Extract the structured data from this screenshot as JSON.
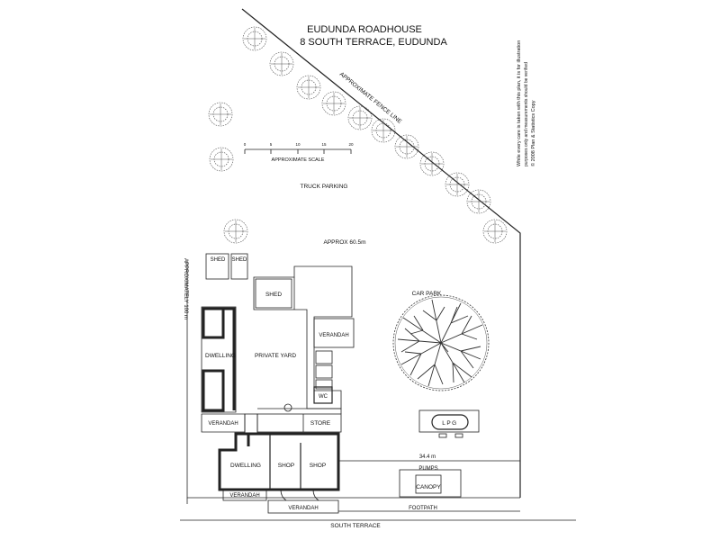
{
  "title": {
    "line1": "EUDUNDA ROADHOUSE",
    "line2": "8 SOUTH TERRACE, EUDUNDA"
  },
  "disclaimer": {
    "line1": "While every care is taken with this plan, it is for illustration",
    "line2": "purposes only and measurements should be verified",
    "line3": "© 2008 Plan & Statistics Copy"
  },
  "scale": {
    "label": "APPROXIMATE SCALE",
    "ticks": [
      "0",
      "5",
      "10",
      "15",
      "20"
    ]
  },
  "dimensions": {
    "approx_width": "APPROX 60.5m",
    "approx_depth": "APPROXIMATELY 100 m",
    "frontage": "34.4 m"
  },
  "labels": {
    "fence_line": "APPROXIMATE FENCE LINE",
    "truck_parking": "TRUCK PARKING",
    "car_park": "CAR PARK",
    "shed_left": "SHED",
    "shed_right": "SHED",
    "shed_main": "SHED",
    "verandah_yard": "VERANDAH",
    "dwelling_west": "DWELLING",
    "private_yard": "PRIVATE YARD",
    "wc": "WC",
    "verandah_mid": "VERANDAH",
    "store": "STORE",
    "dwelling_south": "DWELLING",
    "shop_left": "SHOP",
    "shop_right": "SHOP",
    "verandah_front_left": "VERANDAH",
    "verandah_front_center": "VERANDAH",
    "lpg": "LPG",
    "pumps": "PUMPS",
    "canopy": "CANOPY",
    "footpath": "FOOTPATH",
    "south_terrace": "SOUTH TERRACE"
  }
}
